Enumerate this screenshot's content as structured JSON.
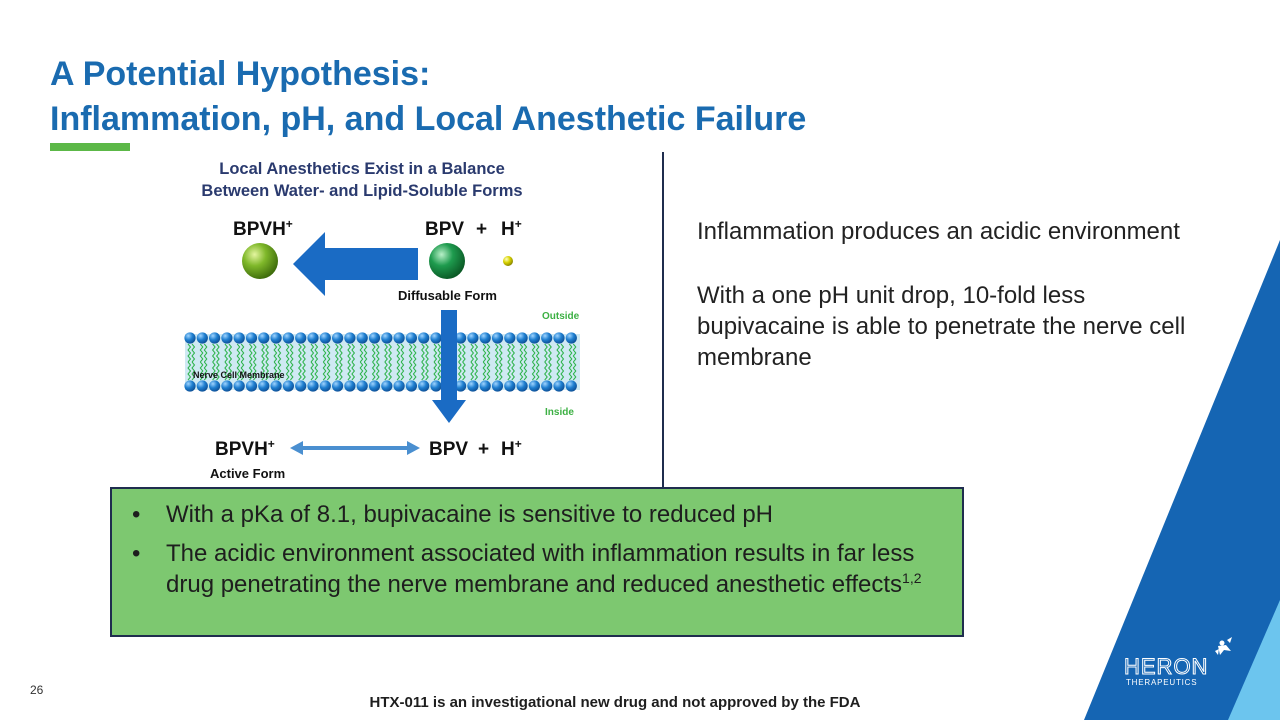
{
  "slide": {
    "title_line1": "A Potential Hypothesis:",
    "title_line2": "Inflammation, pH, and Local Anesthetic Failure",
    "page_number": "26",
    "footer": "HTX-011 is an investigational new drug and not approved by the FDA"
  },
  "diagram": {
    "heading_line1": "Local Anesthetics Exist in a Balance",
    "heading_line2": "Between Water- and Lipid-Soluble Forms",
    "bpvh_top": "BPVH",
    "bpv_top": "BPV",
    "plus_top": "+",
    "h_top": "H",
    "plus_sign": "+",
    "diffusable_form": "Diffusable Form",
    "outside": "Outside",
    "inside": "Inside",
    "membrane_label": "Nerve Cell Membrane",
    "bpvh_bottom": "BPVH",
    "bpv_bottom": "BPV",
    "plus_bottom": "+",
    "h_bottom": "H",
    "active_form": "Active Form",
    "colors": {
      "arrow_blue": "#1a6bc4",
      "green_sphere": "#7fb82a",
      "teal_sphere": "#1e9b4e",
      "yellow_ion": "#c9c400",
      "membrane_blue": "#1f7fd0",
      "label_green": "#3cb043"
    }
  },
  "right_panel": {
    "paragraph1": "Inflammation produces an acidic environment",
    "paragraph2": "With a one pH unit drop, 10-fold less bupivacaine is able to penetrate the nerve cell membrane"
  },
  "callout": {
    "bullet1": "With a pKa of 8.1, bupivacaine is sensitive to reduced pH",
    "bullet2": "The acidic environment associated with inflammation results in far less drug penetrating the nerve membrane and reduced anesthetic effects",
    "bullet2_superscript": "1,2",
    "background": "#7dc870"
  },
  "logo": {
    "name": "HERON",
    "tagline": "THERAPEUTICS"
  }
}
